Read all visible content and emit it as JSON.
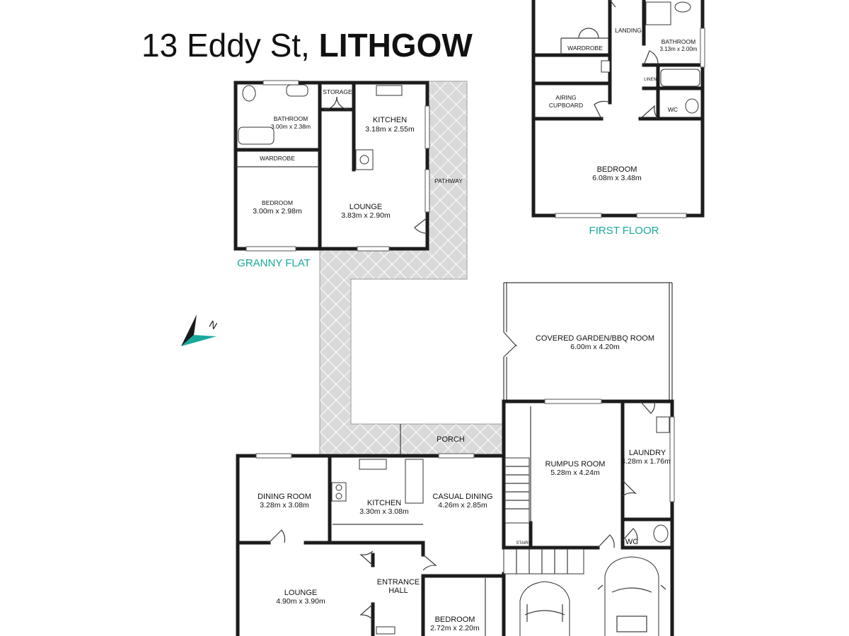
{
  "title": {
    "street": "13 Eddy St, ",
    "suburb": "LITHGOW"
  },
  "sections": {
    "granny_flat": "GRANNY FLAT",
    "first_floor": "FIRST FLOOR"
  },
  "compass": {
    "label": "N",
    "color": "#17a99b"
  },
  "colors": {
    "accent": "#17a99b",
    "walls": "#1c1c1c",
    "paving": "#d9d9d9"
  },
  "rooms": {
    "gf_bathroom": {
      "name": "BATHROOM",
      "size": "3.00m x 2.38m"
    },
    "gf_storage": {
      "name": "STORAGE"
    },
    "gf_kitchen": {
      "name": "KITCHEN",
      "size": "3.18m x 2.55m"
    },
    "gf_wardrobe": {
      "name": "WARDROBE"
    },
    "gf_bedroom": {
      "name": "BEDROOM",
      "size": "3.00m x 2.98m"
    },
    "gf_lounge": {
      "name": "LOUNGE",
      "size": "3.83m x 2.90m"
    },
    "pathway": {
      "name": "PATHWAY"
    },
    "ff_landing": {
      "name": "LANDING"
    },
    "ff_wardrobe": {
      "name": "WARDROBE"
    },
    "ff_bathroom": {
      "name": "BATHROOM",
      "size": "3.13m x 2.00m"
    },
    "ff_linen": {
      "name": "LINEN"
    },
    "ff_airing_1": {
      "name": "AIRING"
    },
    "ff_airing_2": {
      "name": "CUPBOARD"
    },
    "ff_wc": {
      "name": "WC"
    },
    "ff_bedroom": {
      "name": "BEDROOM",
      "size": "6.08m x 3.48m"
    },
    "covered_garden": {
      "name": "COVERED GARDEN/BBQ ROOM",
      "size": "6.00m x 4.20m"
    },
    "porch": {
      "name": "PORCH"
    },
    "rumpus": {
      "name": "RUMPUS ROOM",
      "size": "5.28m x 4.24m"
    },
    "laundry": {
      "name": "LAUNDRY",
      "size": "4.28m x 1.76m"
    },
    "wc": {
      "name": "WC"
    },
    "dining": {
      "name": "DINING ROOM",
      "size": "3.28m x 3.08m"
    },
    "kitchen": {
      "name": "KITCHEN",
      "size": "3.30m x 3.08m"
    },
    "casual_dining": {
      "name": "CASUAL DINING",
      "size": "4.26m x 2.85m"
    },
    "stair_label": {
      "name": "STAIRS"
    },
    "entrance_1": {
      "name": "ENTRANCE"
    },
    "entrance_2": {
      "name": "HALL"
    },
    "lounge": {
      "name": "LOUNGE",
      "size": "4.90m x 3.90m"
    },
    "bedroom": {
      "name": "BEDROOM",
      "size": "2.72m x 2.20m"
    }
  }
}
